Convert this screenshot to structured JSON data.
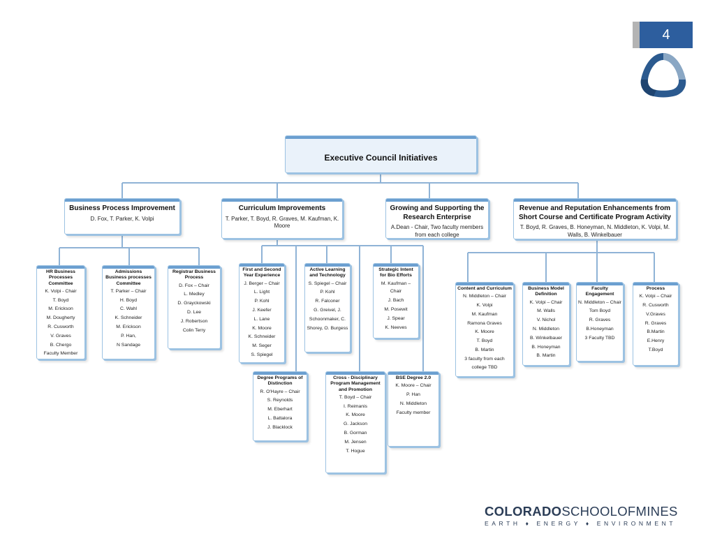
{
  "slide": {
    "page_number": "4"
  },
  "chart": {
    "root": {
      "title": "Executive Council Initiatives"
    },
    "initiatives": [
      {
        "title": "Business Process Improvement",
        "members": "D. Fox, T. Parker, K. Volpi"
      },
      {
        "title": "Curriculum Improvements",
        "members": "T. Parker, T. Boyd, R. Graves, M. Kaufman, K. Moore"
      },
      {
        "title": "Growing and Supporting the Research Enterprise",
        "members": "A.Dean - Chair, Two faculty members from each college"
      },
      {
        "title": "Revenue and Reputation Enhancements from Short Course and Certificate Program Activity",
        "members": "T. Boyd, R. Graves, B. Honeyman, N. Middleton, K. Volpi, M. Walls, B. Winkelbauer"
      }
    ],
    "committees": [
      {
        "title": "HR Business Processes Committee",
        "members": [
          "K. Volpi - Chair",
          "T. Boyd",
          "M. Erickson",
          "M. Dougherty",
          "R. Cusworth",
          "V. Graves",
          "B. Chergo",
          "Faculty Member"
        ]
      },
      {
        "title": "Admissions Business processes Committee",
        "members": [
          "T. Parker – Chair",
          "H. Boyd",
          "C. Wahl",
          "K. Schneider",
          "M. Erickson",
          "P. Han,",
          "N Sandage"
        ]
      },
      {
        "title": "Registrar Business Process",
        "members": [
          "D. Fox – Chair",
          "L. Medley",
          "D. Grayckowski",
          "D. Lee",
          "J. Robertson",
          "Colin Terry"
        ]
      },
      {
        "title": "First and Second Year Experience",
        "members": [
          "J. Berger – Chair",
          "L. Light",
          "P. Kohl",
          "J. Keefer",
          "L. Lane",
          "K. Moore",
          "K. Schneider",
          "M. Seger",
          "S. Spiegel"
        ]
      },
      {
        "title": "Active Learning and Technology",
        "members": [
          "S. Spiegel – Chair",
          "P. Kohl",
          "R. Falconer",
          "G. Greivel, J.",
          "Schoonmaker, C.",
          "Shorey, O. Burgess"
        ]
      },
      {
        "title": "Strategic Intent for Bio Efforts",
        "members": [
          "M. Kaufman – Chair",
          "J. Bach",
          "M. Posewit",
          "J. Spear",
          "K. Neeves"
        ]
      },
      {
        "title": "Degree Programs of Distinction",
        "members": [
          "R. O'Hayre – Chair",
          "S. Reynolds",
          "M. Eberhart",
          "L. Battalora",
          "J. Blacklock"
        ]
      },
      {
        "title": "Cross - Disciplinary Program Management and Promotion",
        "members": [
          "T. Boyd – Chair",
          "I. Reimanis",
          "K. Moore",
          "G. Jackson",
          "B. Gorman",
          "M. Jensen",
          "T. Hogue"
        ]
      },
      {
        "title": "BSE Degree 2.0",
        "members": [
          "K. Moore – Chair",
          "P. Han",
          "N. Middleton",
          "Faculty member"
        ]
      },
      {
        "title": "Content and Curriculum",
        "members": [
          "N. Middleton – Chair",
          "K. Volpi",
          "M. Kaufman",
          "Ramona Graves",
          "K. Moore",
          "T. Boyd",
          "B. Martin",
          "3 faculty from each college TBD"
        ]
      },
      {
        "title": "Business Model Definition",
        "members": [
          "K. Volpi – Chair",
          "M. Walls",
          "V. Nichol",
          "N. Middleton",
          "B. Winkelbauer",
          "B. Honeyman",
          "B. Martin"
        ]
      },
      {
        "title": "Faculty Engagement",
        "members": [
          "N. Middleton – Chair",
          "Tom Boyd",
          "R. Graves",
          "B.Honeyman",
          "3 Faculty TBD"
        ]
      },
      {
        "title": "Process",
        "members": [
          "K. Volpi – Chair",
          "R. Cusworth",
          "V.Graves",
          "R. Graves",
          "B.Martin",
          "E.Henry",
          "T.Boyd"
        ]
      }
    ]
  },
  "footer": {
    "brand_bold": "COLORADO",
    "brand_rest": "SCHOOLOFMINES",
    "tagline": "EARTH ♦ ENERGY ♦ ENVIRONMENT"
  },
  "colors": {
    "accent_blue": "#2d5e9e",
    "box_border": "#9cc2e2",
    "line": "#8fb3d6"
  }
}
